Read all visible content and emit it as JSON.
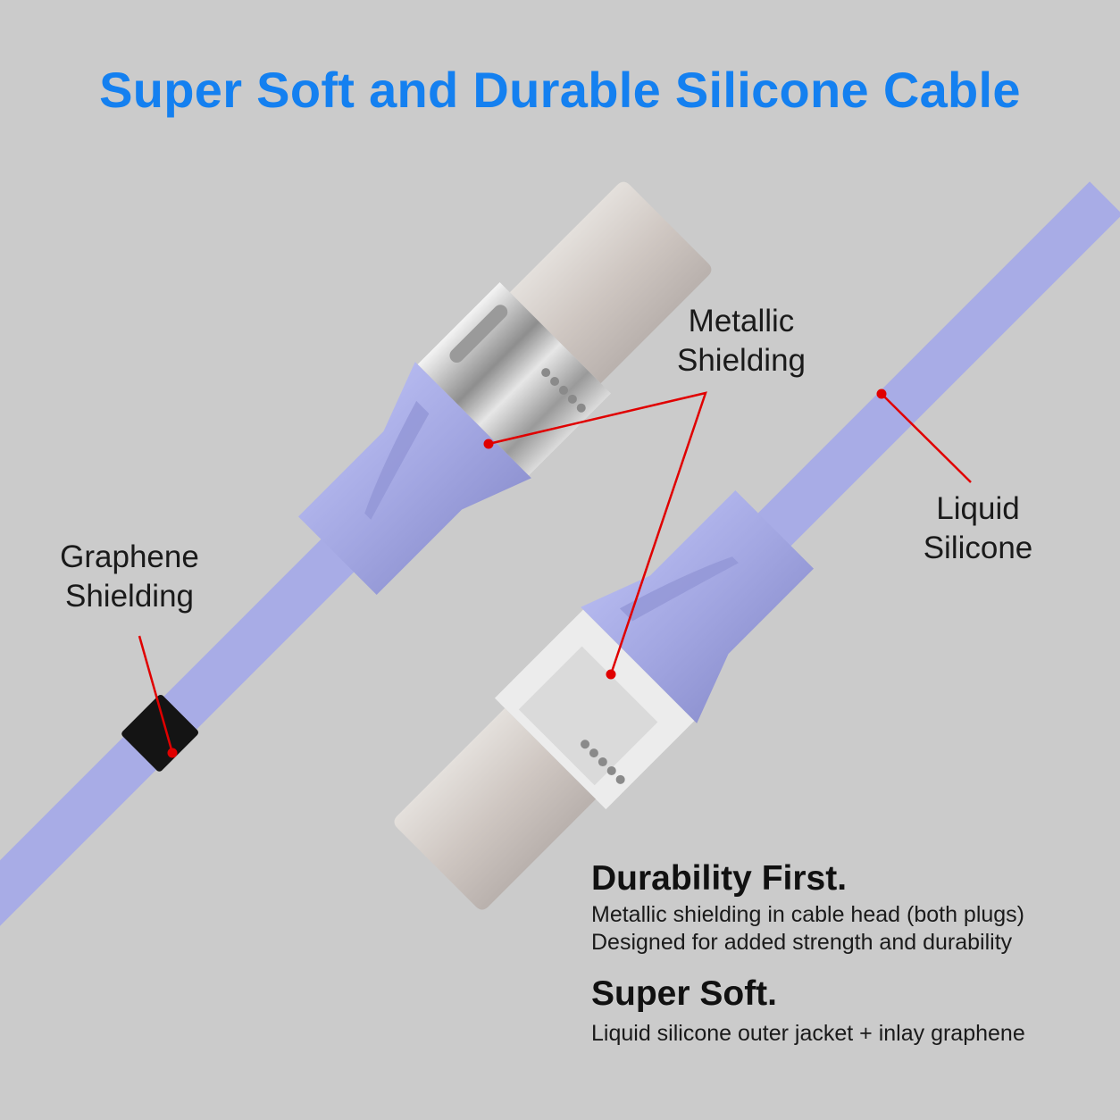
{
  "title": "Super Soft and Durable Silicone Cable",
  "colors": {
    "title": "#1480f0",
    "background": "#cbcbcb",
    "cable": "#a8ace6",
    "callout": "#e00000"
  },
  "callouts": {
    "metallic": [
      "Metallic",
      "Shielding"
    ],
    "liquid": [
      "Liquid",
      "Silicone"
    ],
    "graphene": [
      "Graphene",
      "Shielding"
    ]
  },
  "features": [
    {
      "title": "Durability First.",
      "lines": [
        "Metallic shielding in cable head (both plugs)",
        "Designed for added strength and durability"
      ]
    },
    {
      "title": "Super Soft.",
      "lines": [
        "Liquid silicone outer jacket + inlay graphene"
      ]
    }
  ]
}
